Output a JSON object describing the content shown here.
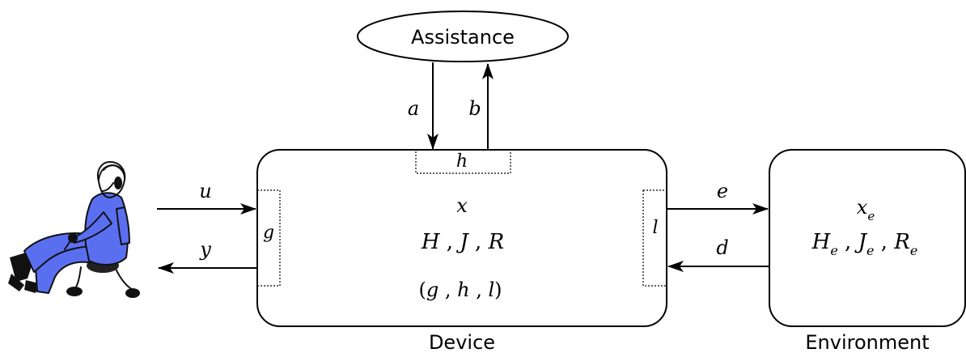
{
  "assistance": {
    "label": "Assistance"
  },
  "device": {
    "caption": "Device",
    "state": "x",
    "matrices": [
      "H",
      "J",
      "R"
    ],
    "ports": [
      "g",
      "h",
      "l"
    ],
    "port_labels": {
      "left": "g",
      "top": "h",
      "right": "l"
    }
  },
  "environment": {
    "caption": "Environment",
    "state": "x",
    "state_sub": "e",
    "matrices": [
      "H",
      "J",
      "R"
    ],
    "matrix_sub": "e"
  },
  "signals": {
    "a": "a",
    "b": "b",
    "u": "u",
    "y": "y",
    "e": "e",
    "d": "d"
  },
  "colors": {
    "line": "#000000",
    "operator_suit": "#5a6ff0"
  },
  "operator_icon": "seated-operator-with-headset-and-pedals"
}
